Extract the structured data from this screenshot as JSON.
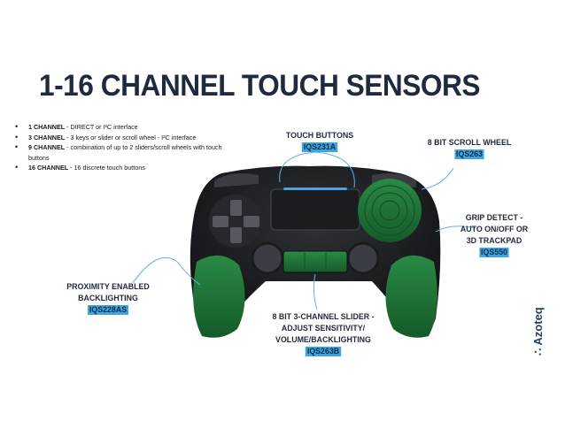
{
  "title": "1-16 CHANNEL TOUCH SENSORS",
  "bullets": [
    {
      "head": "1 CHANNEL",
      "text": " - DIRECT or I²C interface"
    },
    {
      "head": "3 CHANNEL",
      "text": " - 3 keys or slider or scroll wheel - I²C interface"
    },
    {
      "head": "9 CHANNEL",
      "text": " - combination of up to 2 sliders/scroll wheels with touch buttons"
    },
    {
      "head": "16 CHANNEL",
      "text": " - 16 discrete touch buttons"
    }
  ],
  "labels": {
    "touch_buttons": {
      "line1": "TOUCH BUTTONS",
      "code": "IQS231A"
    },
    "scroll_wheel": {
      "line1": "8 BIT SCROLL WHEEL",
      "code": "IQS263"
    },
    "grip_detect": {
      "line1": "GRIP DETECT -",
      "line2": "AUTO ON/OFF OR",
      "line3": "3D TRACKPAD",
      "code": "IQS550"
    },
    "proximity": {
      "line1": "PROXIMITY ENABLED",
      "line2": "BACKLIGHTING",
      "code": "IQS228AS"
    },
    "slider": {
      "line1": "8 BIT 3-CHANNEL SLIDER -",
      "line2": "ADJUST SENSITIVITY/",
      "line3": "VOLUME/BACKLIGHTING",
      "code": "IQS263B"
    }
  },
  "logo": "Azoteq",
  "colors": {
    "title": "#1f2a3c",
    "code_highlight": "#3ea6dd",
    "controller_body": "#1c1d20",
    "sensor_green": "#1f6b34",
    "connector_line": "#5fb0e6"
  }
}
